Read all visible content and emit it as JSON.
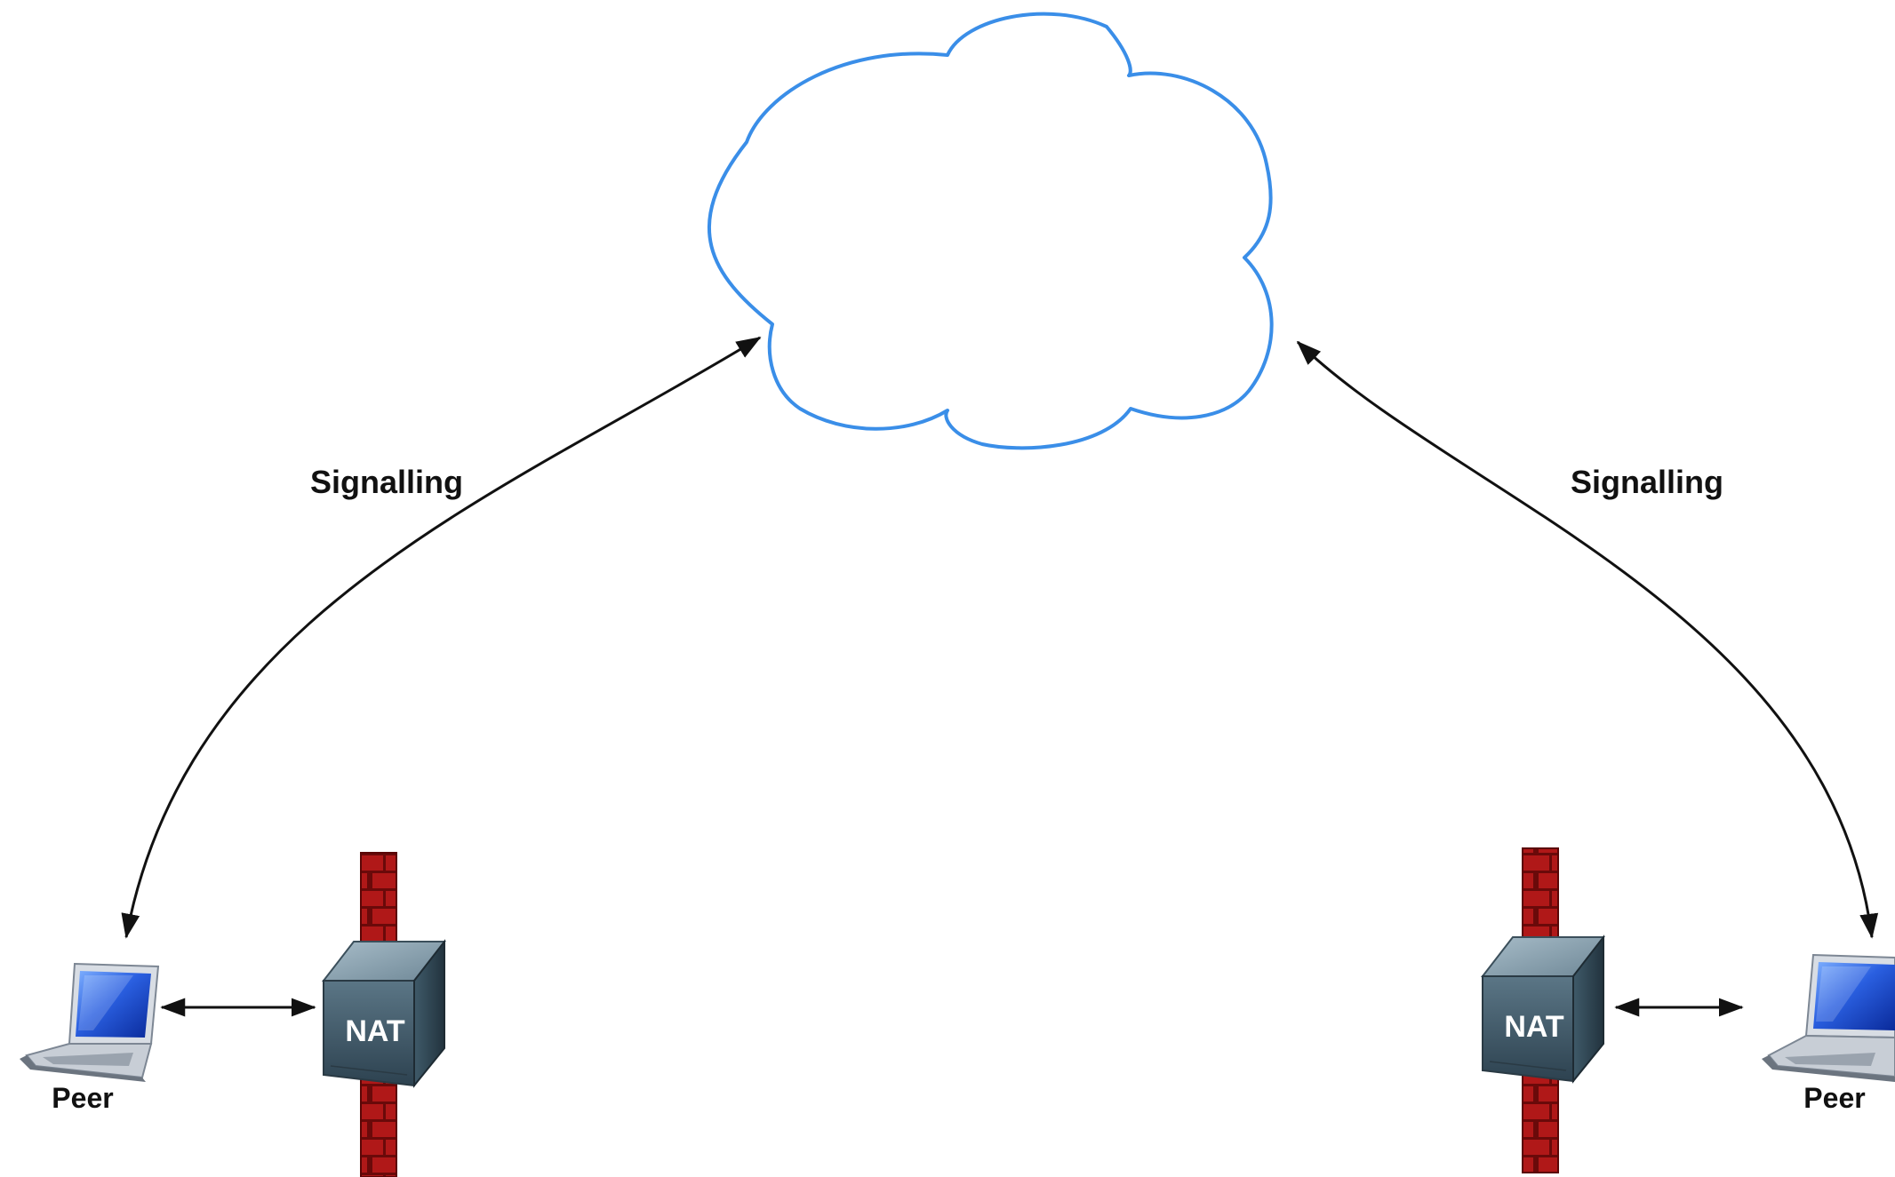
{
  "diagram": {
    "left_signalling_label": "Signalling",
    "right_signalling_label": "Signalling",
    "left_peer_label": "Peer",
    "right_peer_label": "Peer",
    "left_nat_label": "NAT",
    "right_nat_label": "NAT"
  },
  "icons": {
    "cloud": "cloud-icon",
    "laptop": "laptop-icon",
    "firewall": "firewall-icon",
    "nat_server": "server-icon"
  },
  "colors": {
    "cloud_stroke": "#3a8ee8",
    "arrow": "#111111",
    "firewall_brick": "#b01818",
    "firewall_mortar": "#6a0a0a",
    "server_face": "#4e6b7a",
    "laptop_screen": "#2257d6"
  }
}
